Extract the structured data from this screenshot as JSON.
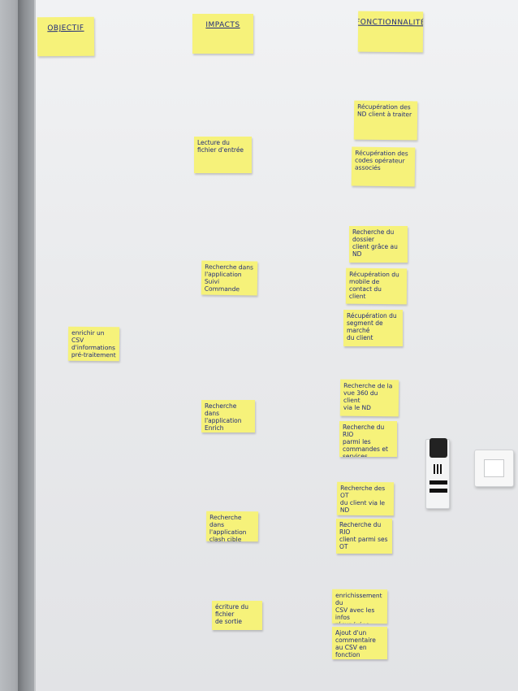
{
  "columns": {
    "objectif": "OBJECTIF",
    "impacts": "IMPACTS",
    "fonctionnalite": "FONCTIONNALITÉ"
  },
  "objectif": {
    "note": "enrichir un CSV\nd'informations\npré-traitement"
  },
  "impacts": [
    "Lecture du\nfichier d'entrée",
    "Recherche dans\nl'application\nSuivi Commande",
    "Recherche dans\nl'application\nEnrich",
    "Recherche dans\nl'application\nclash cible",
    "écriture du fichier\nde sortie"
  ],
  "fonctionnalites": [
    "Récupération des\nND client à traiter",
    "Récupération des\ncodes opérateur\nassociés",
    "Recherche du dossier\nclient grâce au\nND",
    "Récupération du\nmobile de contact du\nclient",
    "Récupération du\nsegment de marché\ndu client",
    "Recherche de la\nvue 360 du client\nvia le ND",
    "Recherche du RIO\nparmi les\ncommandes et services\ndu client",
    "Recherche des OT\ndu client via le\nND",
    "Recherche du RIO\nclient parmi ses\nOT",
    "enrichissement du\nCSV avec les infos\nrécupérées (RIO,\nmobile, segment de\nmarché)",
    "Ajout d'un commentaire\nau CSV en fonction\ndes infos récupérées"
  ],
  "colors": {
    "sticky": "#f6f27a",
    "ink": "#1f2a7a",
    "wall": "#ecedef",
    "frame": "#7d8084"
  }
}
